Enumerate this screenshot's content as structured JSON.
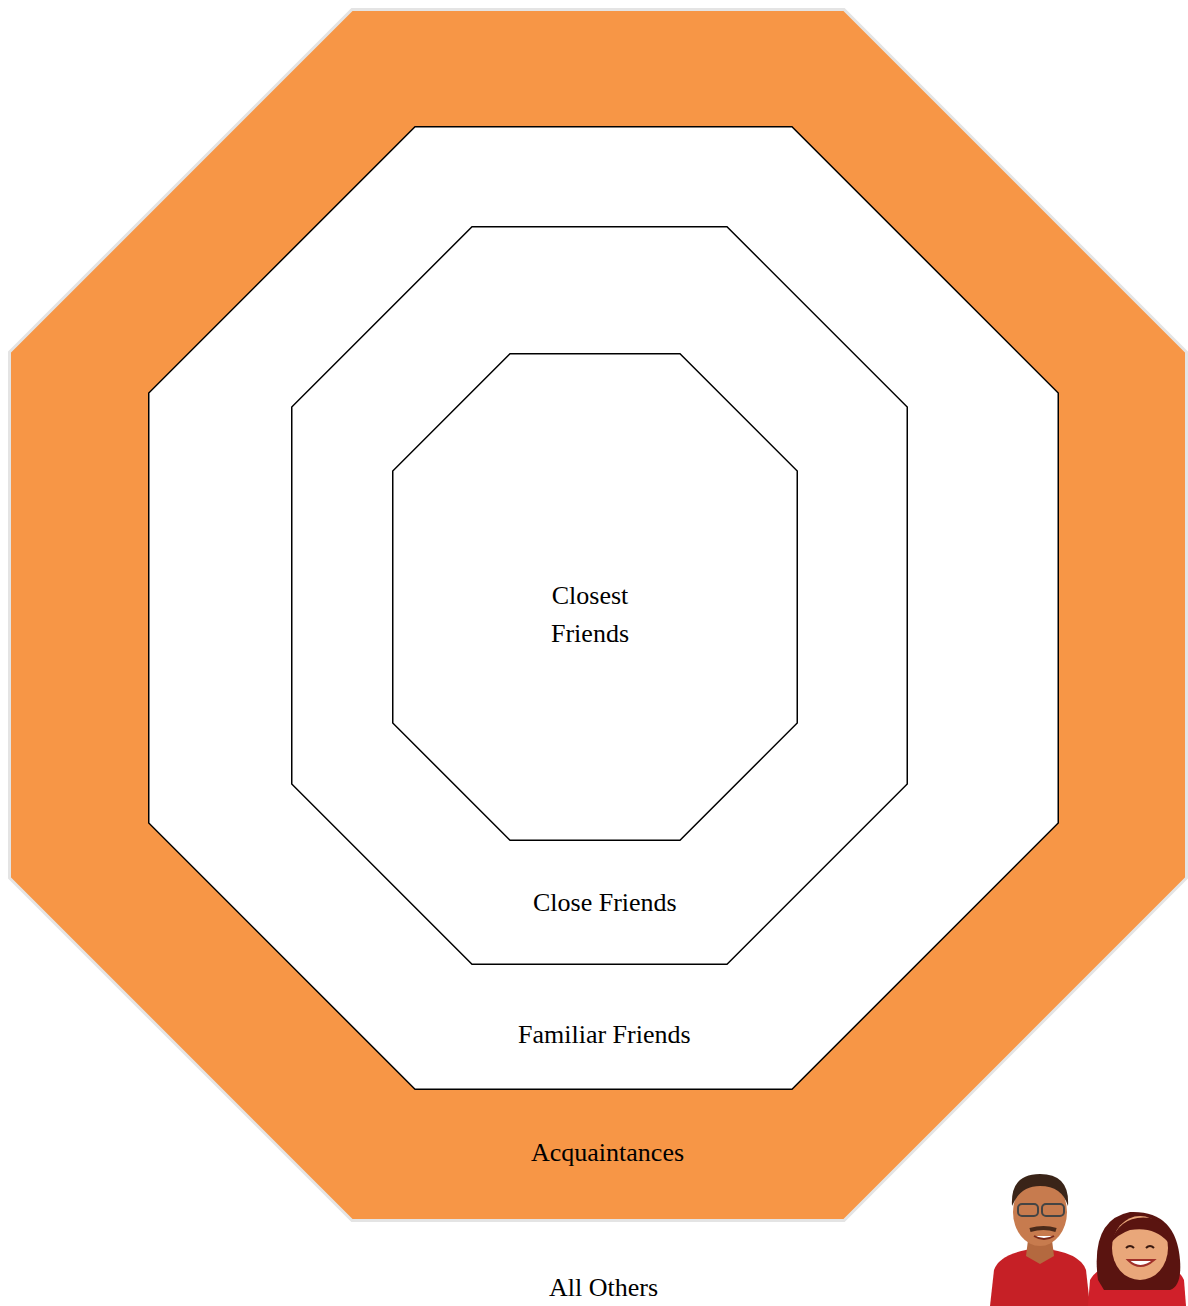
{
  "diagram": {
    "nodes": [
      {
        "text": [
          "Acquaintances"
        ]
      },
      {
        "text": [
          "Familiar Friends"
        ],
        "in": 0
      },
      {
        "text": [
          "Close Friends"
        ],
        "in": 1
      },
      {
        "text": [
          "Closest Friends"
        ],
        "in": 2
      }
    ],
    "labels": [
      "All Others"
    ]
  }
}
